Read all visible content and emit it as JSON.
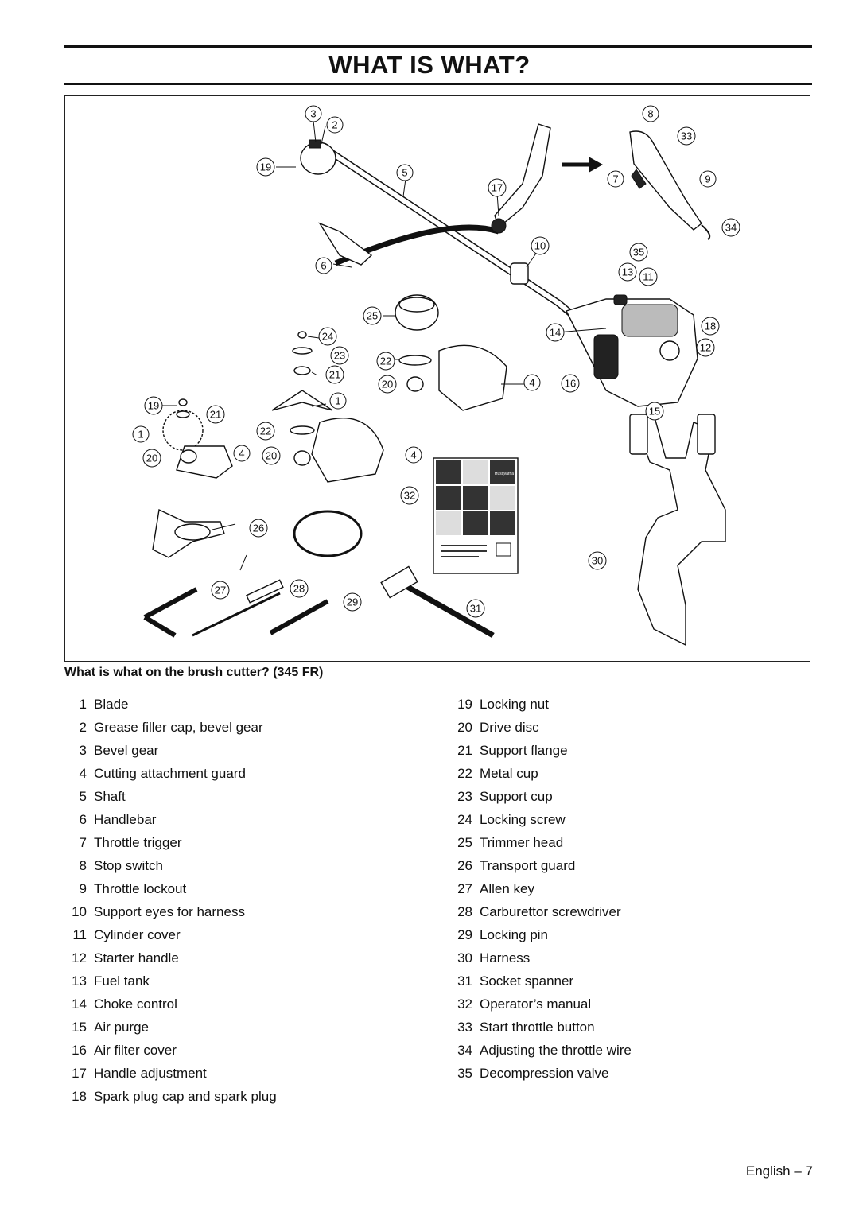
{
  "header": {
    "title": "WHAT IS WHAT?"
  },
  "figure": {
    "caption": "What is what on the brush cutter? (345 FR)",
    "callouts": [
      "3",
      "2",
      "8",
      "33",
      "19",
      "5",
      "17",
      "7",
      "9",
      "34",
      "10",
      "35",
      "6",
      "13",
      "11",
      "25",
      "24",
      "14",
      "18",
      "23",
      "12",
      "22",
      "21",
      "20",
      "4",
      "16",
      "19",
      "1",
      "21",
      "15",
      "1",
      "22",
      "20",
      "4",
      "20",
      "4",
      "32",
      "26",
      "30",
      "27",
      "28",
      "29",
      "31"
    ],
    "manual_brand": "Husqvarna"
  },
  "parts_left": [
    {
      "num": "1",
      "label": "Blade"
    },
    {
      "num": "2",
      "label": "Grease filler cap, bevel gear"
    },
    {
      "num": "3",
      "label": "Bevel gear"
    },
    {
      "num": "4",
      "label": "Cutting attachment guard"
    },
    {
      "num": "5",
      "label": "Shaft"
    },
    {
      "num": "6",
      "label": "Handlebar"
    },
    {
      "num": "7",
      "label": "Throttle trigger"
    },
    {
      "num": "8",
      "label": "Stop switch"
    },
    {
      "num": "9",
      "label": "Throttle lockout"
    },
    {
      "num": "10",
      "label": "Support eyes for harness"
    },
    {
      "num": "11",
      "label": "Cylinder cover"
    },
    {
      "num": "12",
      "label": "Starter handle"
    },
    {
      "num": "13",
      "label": "Fuel tank"
    },
    {
      "num": "14",
      "label": "Choke control"
    },
    {
      "num": "15",
      "label": "Air purge"
    },
    {
      "num": "16",
      "label": "Air filter cover"
    },
    {
      "num": "17",
      "label": "Handle adjustment"
    },
    {
      "num": "18",
      "label": "Spark plug cap and spark plug"
    }
  ],
  "parts_right": [
    {
      "num": "19",
      "label": "Locking nut"
    },
    {
      "num": "20",
      "label": "Drive disc"
    },
    {
      "num": "21",
      "label": "Support flange"
    },
    {
      "num": "22",
      "label": "Metal cup"
    },
    {
      "num": "23",
      "label": "Support cup"
    },
    {
      "num": "24",
      "label": "Locking screw"
    },
    {
      "num": "25",
      "label": "Trimmer head"
    },
    {
      "num": "26",
      "label": "Transport guard"
    },
    {
      "num": "27",
      "label": "Allen key"
    },
    {
      "num": "28",
      "label": "Carburettor screwdriver"
    },
    {
      "num": "29",
      "label": "Locking pin"
    },
    {
      "num": "30",
      "label": "Harness"
    },
    {
      "num": "31",
      "label": "Socket spanner"
    },
    {
      "num": "32",
      "label": "Operator’s manual"
    },
    {
      "num": "33",
      "label": "Start throttle button"
    },
    {
      "num": "34",
      "label": "Adjusting the throttle wire"
    },
    {
      "num": "35",
      "label": "Decompression valve"
    }
  ],
  "footer": {
    "page_label": "English – 7"
  }
}
